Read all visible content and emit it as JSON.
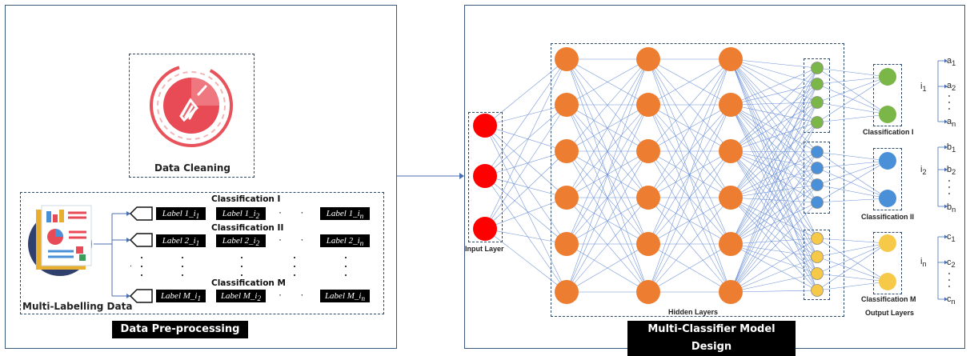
{
  "left_panel": {
    "cleaning_caption": "Data Cleaning",
    "multi_label_caption": "Multi-Labelling Data",
    "footer": "Data Pre-processing",
    "rows": [
      {
        "heading": "Classification I",
        "cells": [
          "Label 1_i",
          "Label 1_i",
          "Label 1_i"
        ],
        "subs": [
          "1",
          "2",
          "n"
        ]
      },
      {
        "heading": "Classification II",
        "cells": [
          "Label 2_i",
          "Label 2_i",
          "Label 2_i"
        ],
        "subs": [
          "1",
          "2",
          "n"
        ]
      },
      {
        "heading": "Classification M",
        "cells": [
          "Label M_i",
          "Label M_i",
          "Label M_i"
        ],
        "subs": [
          "1",
          "2",
          "n"
        ]
      }
    ],
    "ellipsis": "· · ·"
  },
  "right_panel": {
    "footer": "Multi-Classifier Model Design",
    "input_layer": "Input Layer",
    "hidden_layers": "Hidden Layers",
    "output_layers": "Output Layers",
    "groups": [
      {
        "caption": "Classification I",
        "input": "i",
        "input_sub": "1",
        "outputs": [
          {
            "b": "a",
            "s": "1"
          },
          {
            "b": "a",
            "s": "2"
          },
          {
            "b": "a",
            "s": "n"
          }
        ],
        "color": "#7ab648"
      },
      {
        "caption": "Classification II",
        "input": "i",
        "input_sub": "2",
        "outputs": [
          {
            "b": "b",
            "s": "1"
          },
          {
            "b": "b",
            "s": "2"
          },
          {
            "b": "b",
            "s": "n"
          }
        ],
        "color": "#4a90d9"
      },
      {
        "caption": "Classification M",
        "input": "i",
        "input_sub": "n",
        "outputs": [
          {
            "b": "c",
            "s": "1"
          },
          {
            "b": "c",
            "s": "2"
          },
          {
            "b": "c",
            "s": "n"
          }
        ],
        "color": "#f7c948"
      }
    ]
  },
  "colors": {
    "input_node": "#ff0000",
    "hidden_node": "#ed7d31",
    "edge": "#6b8fd6",
    "border": "#2e4a6b"
  }
}
